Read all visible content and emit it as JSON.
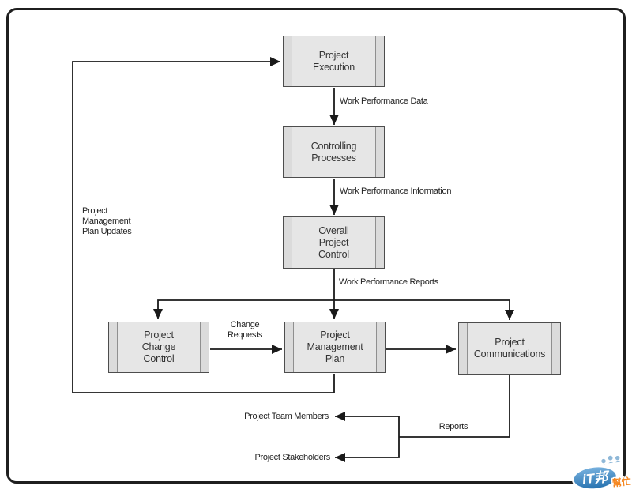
{
  "diagram": {
    "nodes": {
      "execution": {
        "lines": [
          "Project",
          "Execution"
        ]
      },
      "controlling": {
        "lines": [
          "Controlling",
          "Processes"
        ]
      },
      "overall_control": {
        "lines": [
          "Overall",
          "Project",
          "Control"
        ]
      },
      "change_control": {
        "lines": [
          "Project",
          "Change",
          "Control"
        ]
      },
      "management_plan": {
        "lines": [
          "Project",
          "Management",
          "Plan"
        ]
      },
      "communications": {
        "lines": [
          "Project",
          "Communications"
        ]
      }
    },
    "edge_labels": {
      "work_performance_data": "Work Performance Data",
      "work_performance_information": "Work Performance Information",
      "work_performance_reports": "Work Performance Reports",
      "change_requests": {
        "lines": [
          "Change",
          "Requests"
        ]
      },
      "plan_updates": {
        "lines": [
          "Project",
          "Management",
          "Plan Updates"
        ]
      },
      "reports": "Reports"
    },
    "external_entities": {
      "team_members": "Project Team Members",
      "stakeholders": "Project Stakeholders"
    }
  },
  "watermark": {
    "brand": "iT邦",
    "suffix": "幫忙"
  },
  "colors": {
    "node_fill": "#e6e6e6",
    "node_border": "#4d4d4d",
    "line": "#1a1a1a",
    "logo_blue": "#2f79b5",
    "logo_orange": "#f5861f"
  }
}
